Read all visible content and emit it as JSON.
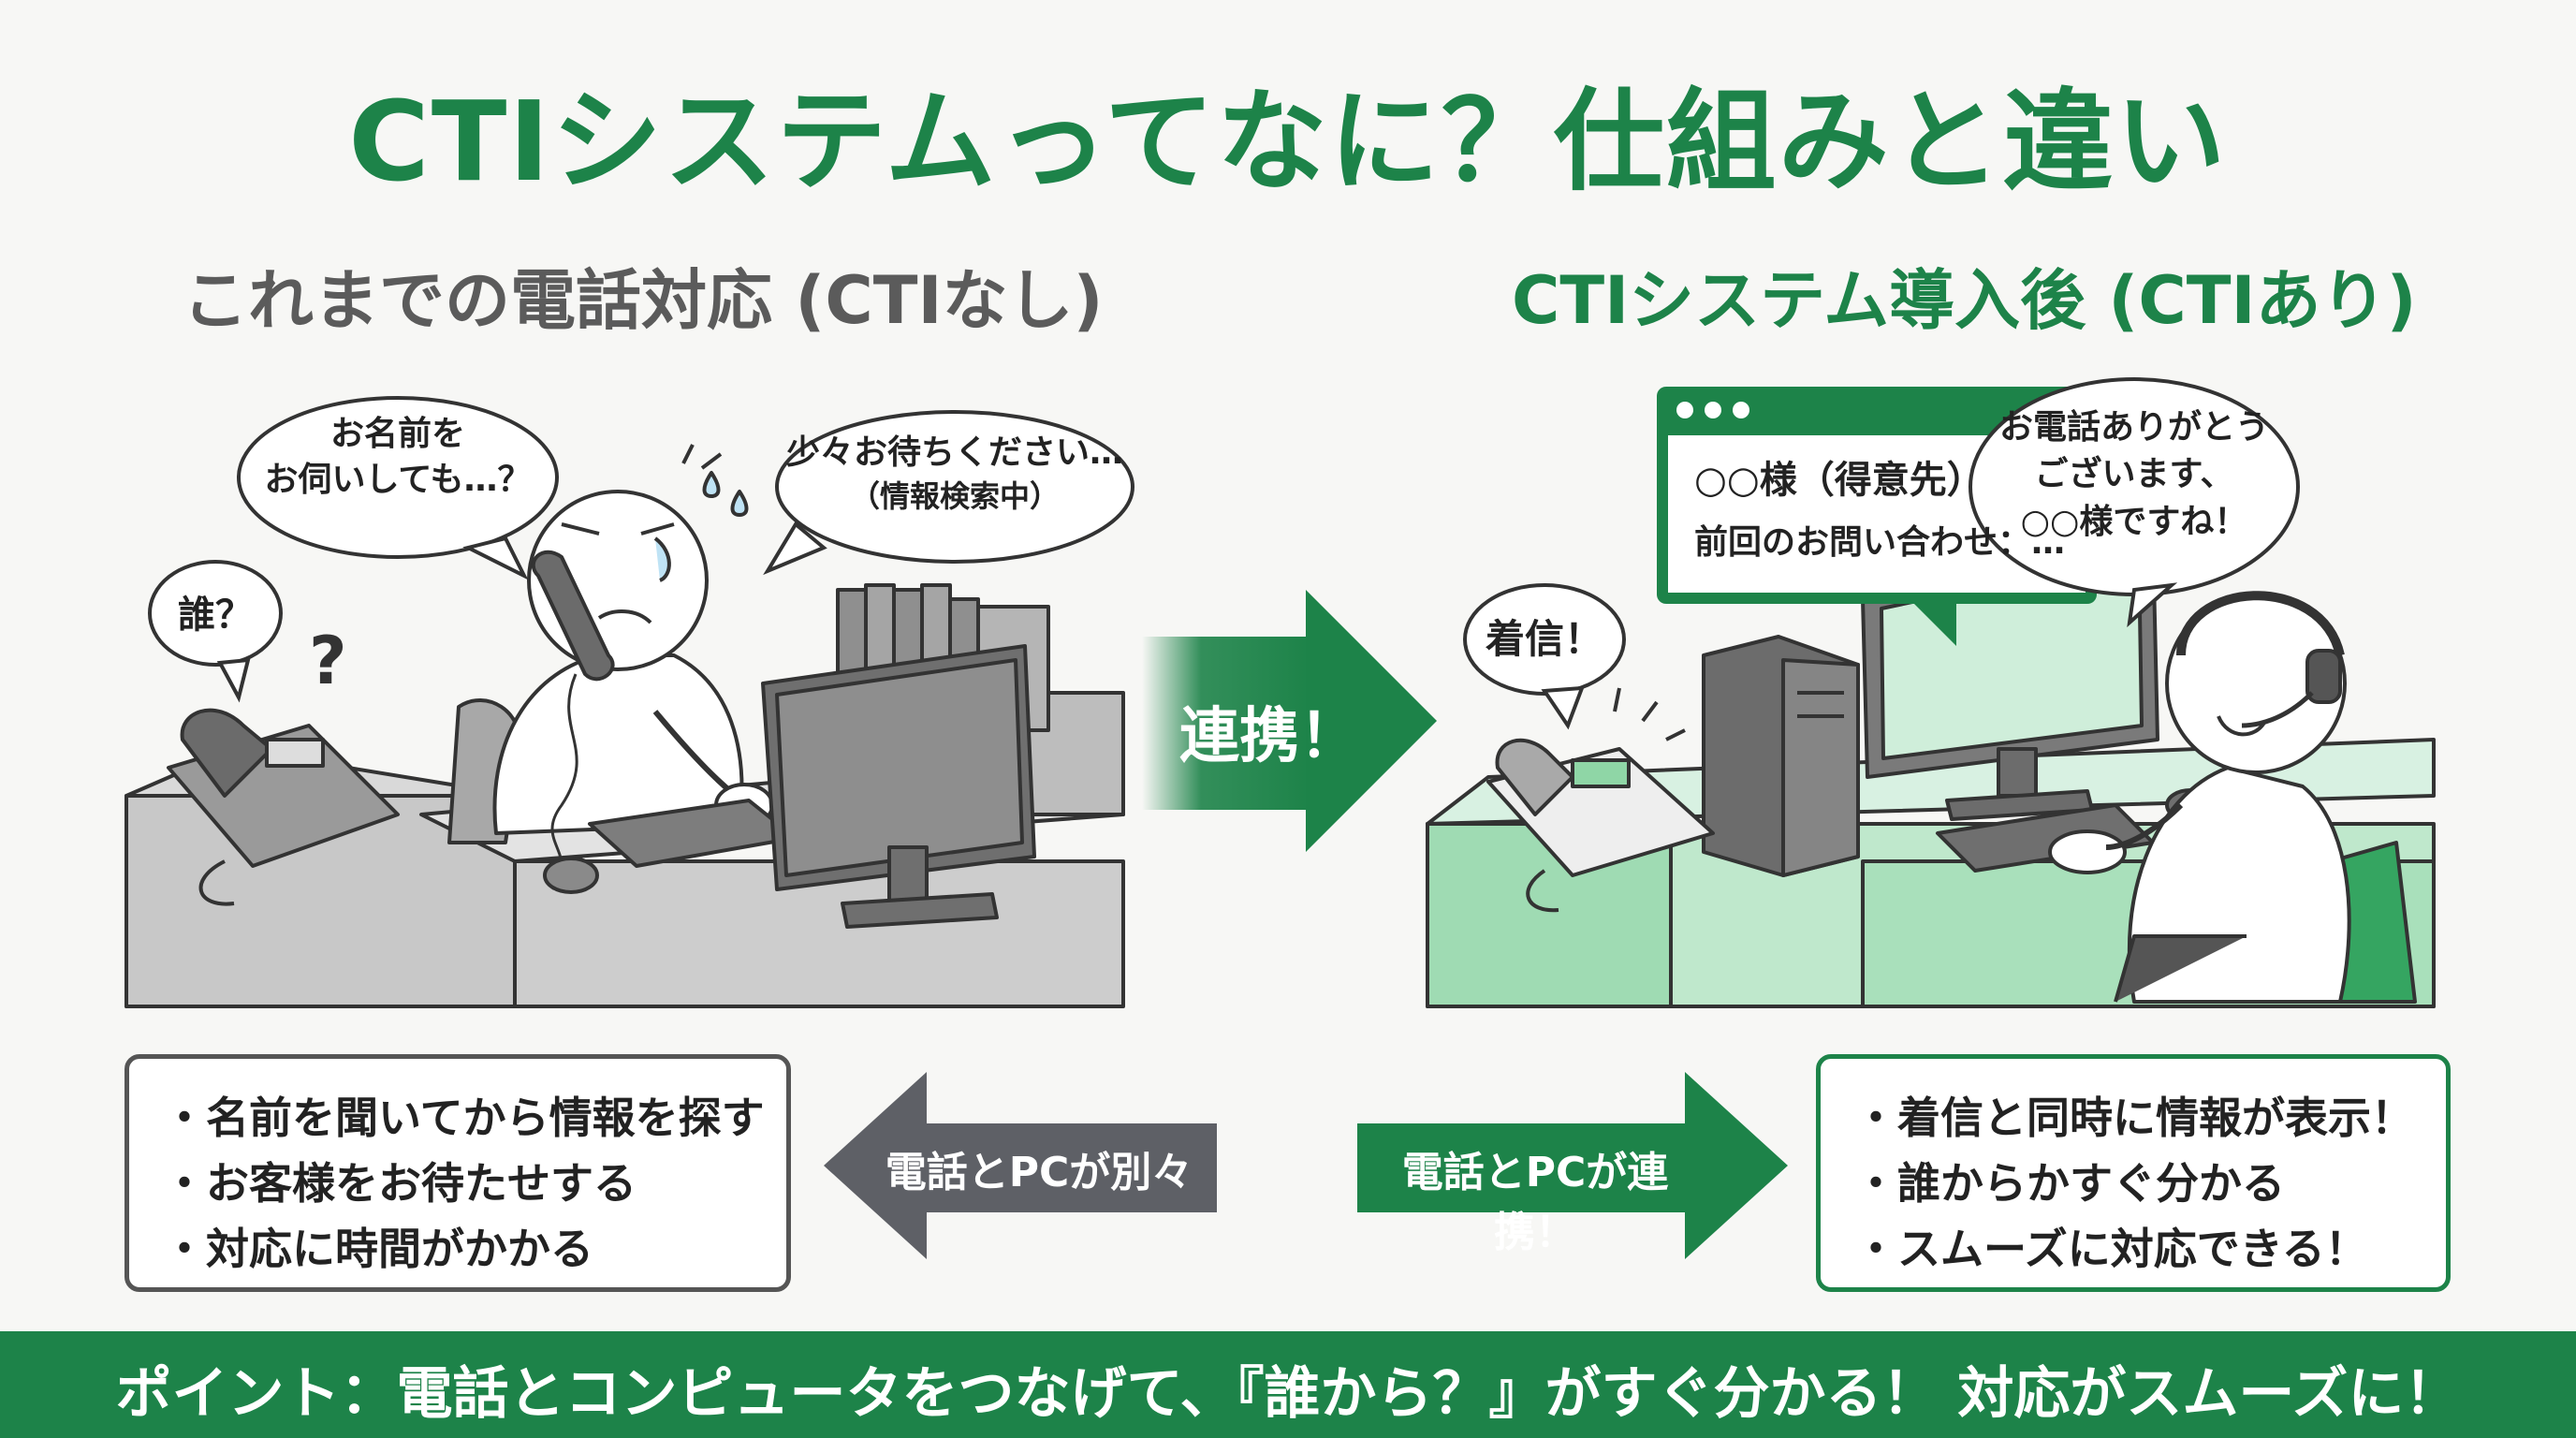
{
  "title": "CTIシステムってなに？仕組みと違い",
  "left": {
    "heading": "これまでの電話対応 (CTIなし)",
    "bubble_phone": "誰？",
    "bubble_name_1": "お名前を",
    "bubble_name_2": "お伺いしても…？",
    "bubble_wait_1": "少々お待ちください…",
    "bubble_wait_2": "（情報検索中）",
    "bullets": [
      "名前を聞いてから情報を探す",
      "お客様をお待たせする",
      "対応に時間がかかる"
    ],
    "arrow_label": "電話とPCが別々"
  },
  "center_arrow_label": "連携！",
  "right": {
    "heading": "CTIシステム導入後 (CTIあり)",
    "bubble_incoming": "着信！",
    "monitor_line_1": "○○様（得意先）",
    "monitor_line_2": "前回のお問い合わせ：…",
    "bubble_thanks_1": "お電話ありがとう",
    "bubble_thanks_2": "ございます、",
    "bubble_thanks_3": "○○様ですね！",
    "bullets": [
      "着信と同時に情報が表示！",
      "誰からかすぐ分かる",
      "スムーズに対応できる！"
    ],
    "arrow_label": "電話とPCが連携！"
  },
  "footer": "ポイント：電話とコンピュータをつなげて、『誰から？』がすぐ分かる！ 対応がスムーズに！",
  "colors": {
    "green": "#1d8349",
    "light_green": "#cfeeda",
    "gray": "#5e6066"
  }
}
